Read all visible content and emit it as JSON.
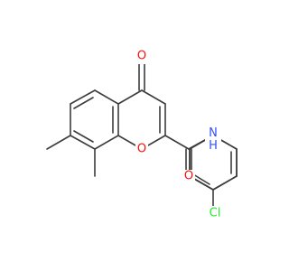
{
  "atoms": [
    {
      "id": "o_carbonyl_top",
      "label": "O",
      "color": "#ff0d0d"
    },
    {
      "id": "o_ring",
      "label": "O",
      "color": "#ff0d0d"
    },
    {
      "id": "o_amide",
      "label": "O",
      "color": "#ff0d0d"
    },
    {
      "id": "nh",
      "label": "N\nH",
      "color": "#3050f8"
    },
    {
      "id": "cl",
      "label": "Cl",
      "color": "#1ff01f"
    }
  ],
  "colors": {
    "bond": "#3c3c3c",
    "oxygen": "#ff0d0d",
    "nitrogen": "#3050f8",
    "chlorine": "#1ff01f"
  }
}
